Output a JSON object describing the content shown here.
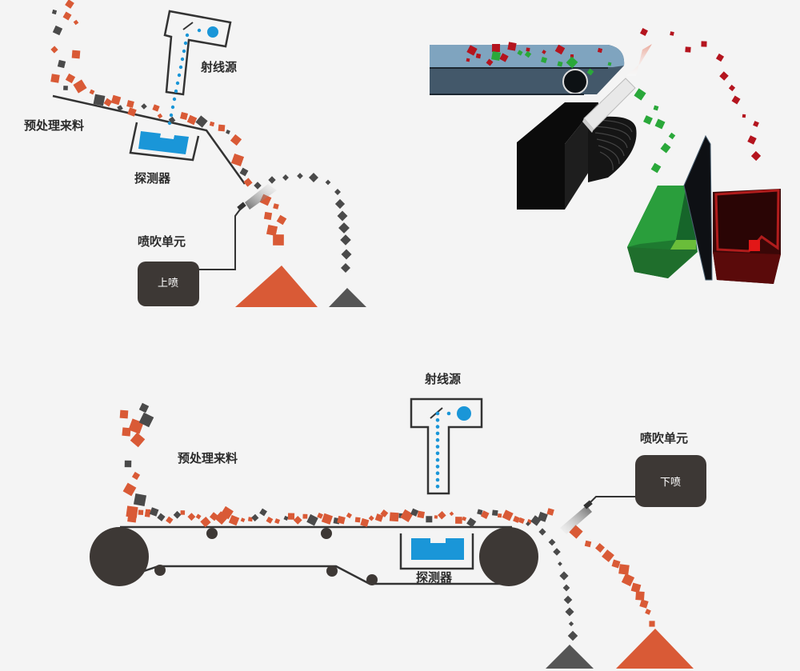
{
  "colors": {
    "background": "#f4f4f4",
    "orange": "#d95a36",
    "dark_gray": "#4a4a4a",
    "machine_dark": "#3d3835",
    "ray_blue": "#1a96d8",
    "green_bin": "#2a9e3c",
    "red_bin": "#8c1a1a",
    "belt_blue": "#7fa4bf"
  },
  "top_left_diagram": {
    "feed_label": "预处理来料",
    "source_label": "射线源",
    "detector_label": "探测器",
    "ejector_label": "喷吹单元",
    "ejector_button": "上喷"
  },
  "top_right_illustration": {
    "description": "3D sorting machine: conveyor, sensor head, green accept bin, red reject bin"
  },
  "bottom_diagram": {
    "feed_label": "预处理来料",
    "source_label": "射线源",
    "detector_label": "探测器",
    "ejector_label": "喷吹单元",
    "ejector_button": "下喷"
  }
}
